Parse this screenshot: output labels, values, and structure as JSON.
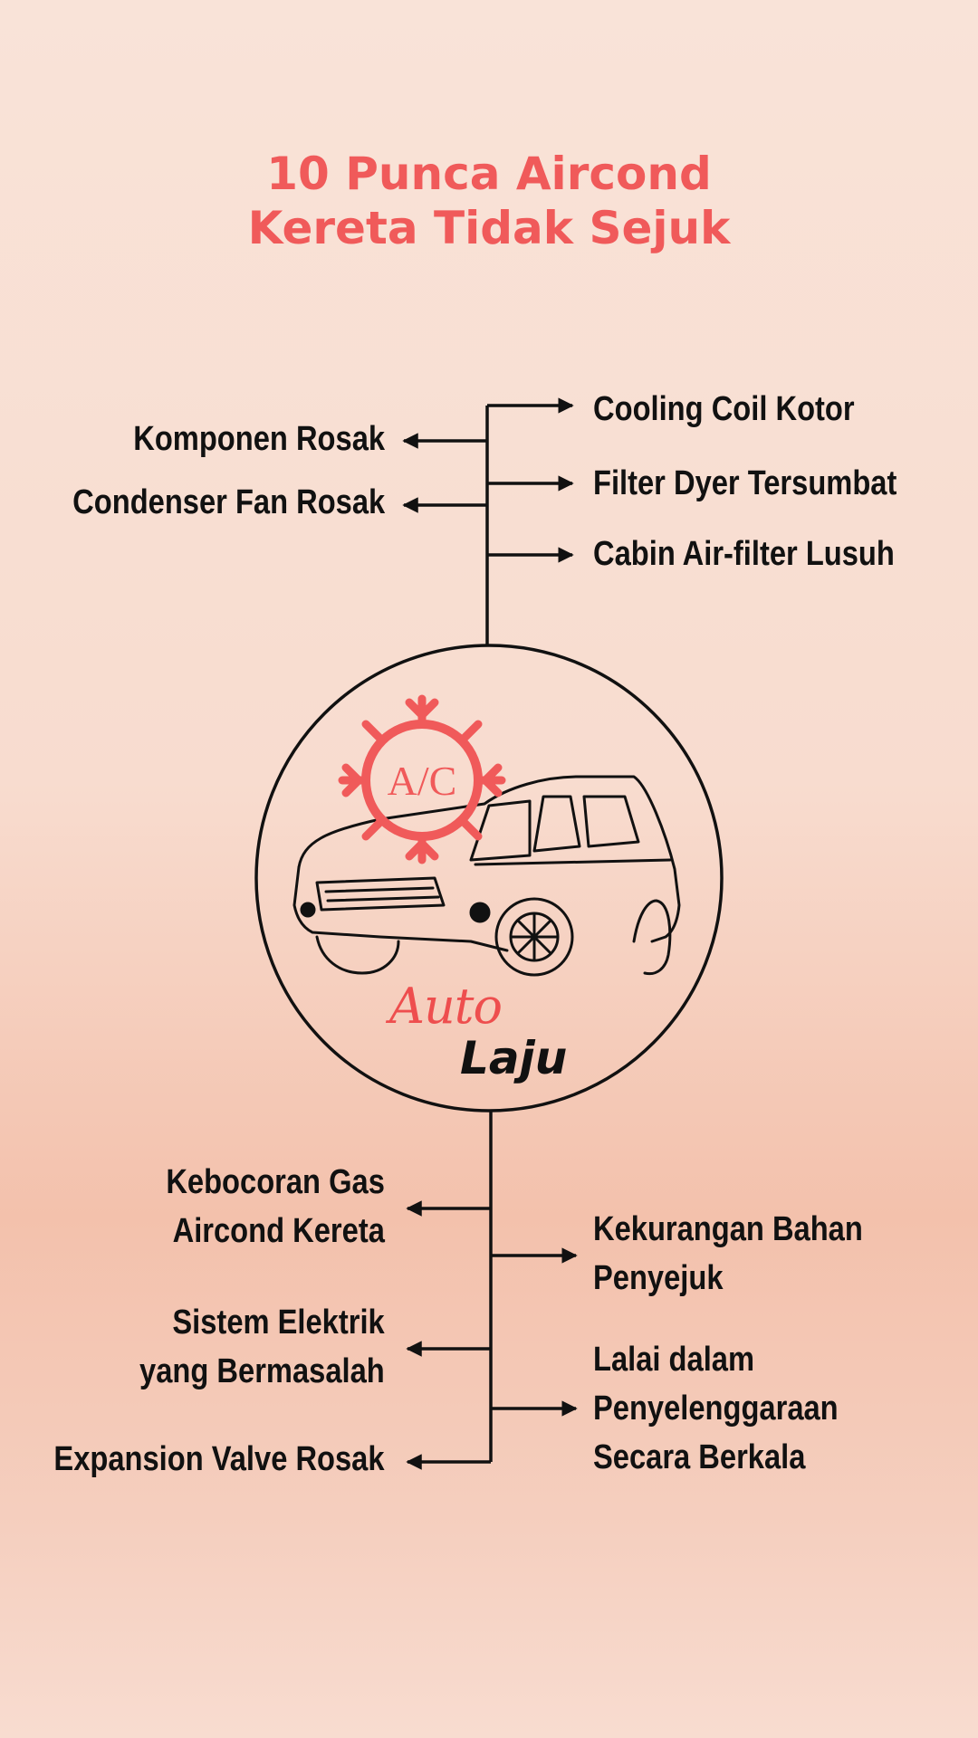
{
  "title_lines": [
    "10 Punca Aircond",
    "Kereta Tidak Sejuk"
  ],
  "top_left_causes": [
    {
      "lines": [
        "Komponen Rosak"
      ]
    },
    {
      "lines": [
        "Condenser Fan Rosak"
      ]
    }
  ],
  "top_right_causes": [
    {
      "lines": [
        "Cooling Coil Kotor"
      ]
    },
    {
      "lines": [
        "Filter Dyer Tersumbat"
      ]
    },
    {
      "lines": [
        "Cabin Air-filter Lusuh"
      ]
    }
  ],
  "bottom_left_causes": [
    {
      "lines": [
        "Kebocoran Gas",
        "Aircond Kereta"
      ]
    },
    {
      "lines": [
        "Sistem Elektrik",
        "yang Bermasalah"
      ]
    },
    {
      "lines": [
        "Expansion Valve Rosak"
      ]
    }
  ],
  "bottom_right_causes": [
    {
      "lines": [
        "Kekurangan Bahan",
        "Penyejuk"
      ]
    },
    {
      "lines": [
        "Lalai dalam",
        "Penyelenggaraan",
        "Secara Berkala"
      ]
    }
  ],
  "badge": {
    "snowflake_text": "A/C"
  },
  "logo": {
    "part1": "Auto",
    "part2": "Laju"
  },
  "colors": {
    "accent": "#f05a5a",
    "ink": "#111111",
    "background": "#f8dccf"
  }
}
